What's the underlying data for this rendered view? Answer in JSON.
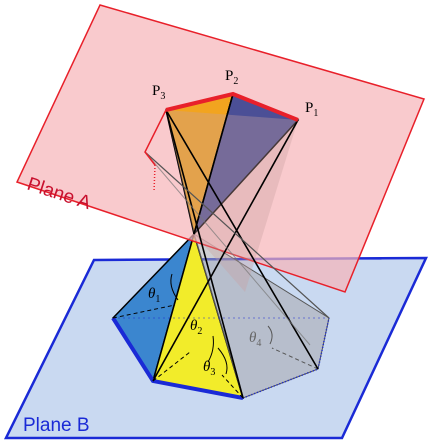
{
  "planes": {
    "a": {
      "label": "Plane A",
      "fill": "#f7b3b8",
      "stroke": "#e8202a",
      "text_color": "#c8102e"
    },
    "b": {
      "label": "Plane B",
      "fill": "#c9d9f1",
      "stroke": "#1a2ad6",
      "text_color": "#1a2ad6"
    }
  },
  "points": {
    "p1": {
      "letter": "P",
      "sub": "1"
    },
    "p2": {
      "letter": "P",
      "sub": "2"
    },
    "p3": {
      "letter": "P",
      "sub": "3"
    }
  },
  "angles": {
    "t1": {
      "letter": "θ",
      "sub": "1"
    },
    "t2": {
      "letter": "θ",
      "sub": "2"
    },
    "t3": {
      "letter": "θ",
      "sub": "3"
    },
    "t4": {
      "letter": "θ",
      "sub": "4"
    }
  },
  "colors": {
    "blue_face": "#3b86cf",
    "yellow_face": "#f2ec2a",
    "orange_face": "#f2a41f",
    "navy_face": "#4b4f96",
    "grey_face": "#a8a8ad",
    "red_edge": "#e8202a",
    "blue_edge": "#1a2ad6"
  }
}
